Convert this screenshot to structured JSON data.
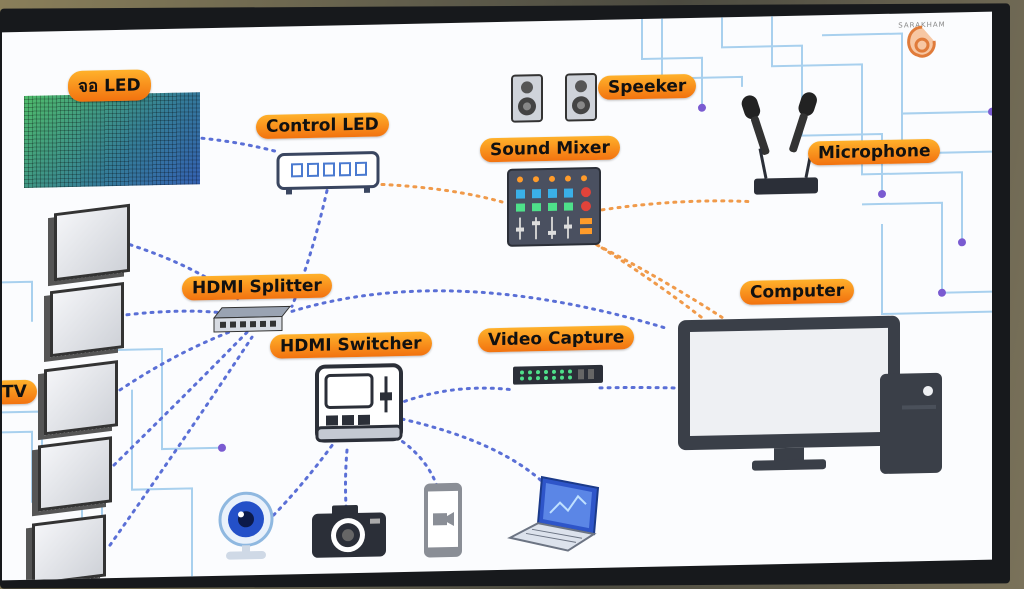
{
  "labels": {
    "led_screen": "จอ LED",
    "control_led": "Control LED",
    "speaker": "Speeker",
    "sound_mixer": "Sound Mixer",
    "microphone": "Microphone",
    "hdmi_splitter": "HDMI Splitter",
    "hdmi_switcher": "HDMI Switcher",
    "video_capture": "Video Capture",
    "computer": "Computer",
    "tv": "TV"
  },
  "logo": "SARAKHAM",
  "colors": {
    "label_top": "#ffb12b",
    "label_bottom": "#f2720f",
    "dot_blue": "#5a6fd6",
    "dot_orange": "#f09a4a",
    "circuit": "#9cc7ea",
    "led_green": "#3aa660"
  },
  "icons": [
    "led-wall-icon",
    "control-box-icon",
    "speaker-icon",
    "mixer-icon",
    "microphone-icon",
    "splitter-icon",
    "switcher-icon",
    "capture-card-icon",
    "computer-icon",
    "tv-icon",
    "webcam-icon",
    "camera-icon",
    "phone-icon",
    "laptop-icon"
  ]
}
